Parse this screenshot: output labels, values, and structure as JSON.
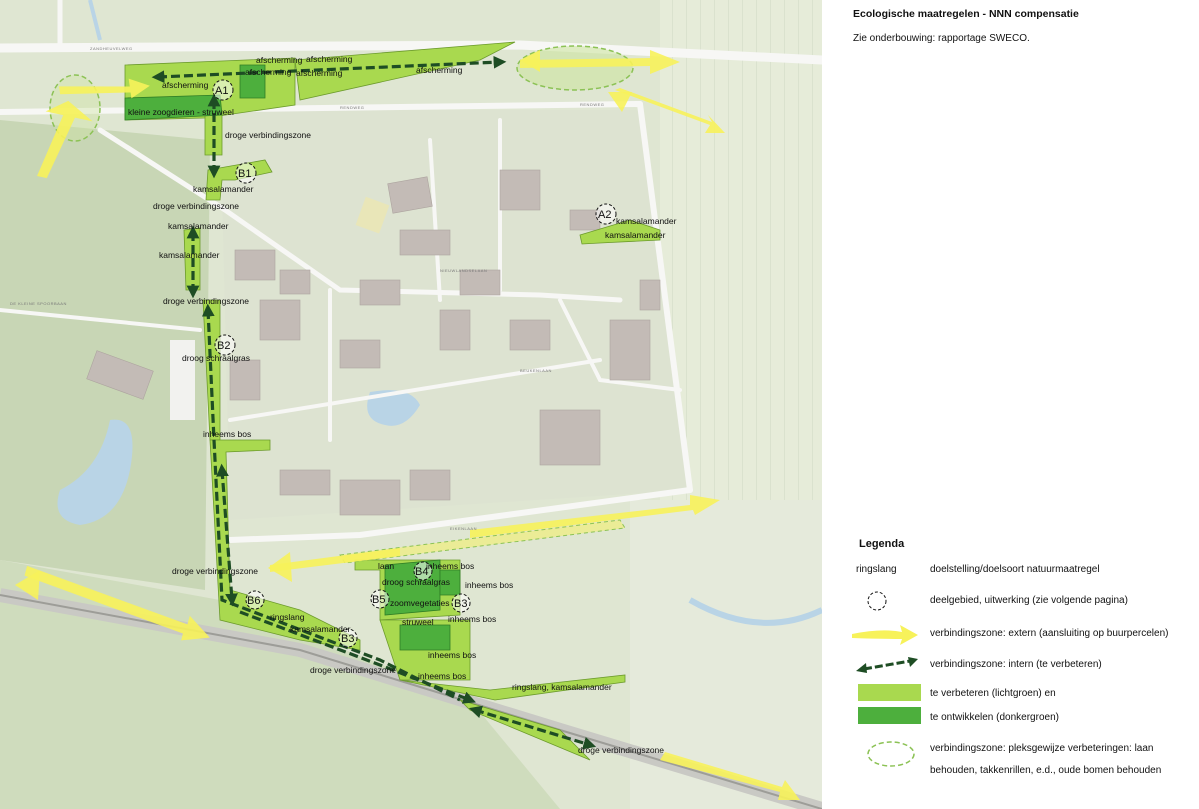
{
  "panel": {
    "title": "Ecologische maatregelen - NNN compensatie",
    "subtitle": "Zie onderbouwing: rapportage SWECO."
  },
  "legend": {
    "title": "Legenda",
    "example_label": "ringslang",
    "items": [
      {
        "symbol": "label-text",
        "text": "doelstelling/doelsoort natuurmaatregel"
      },
      {
        "symbol": "dashed-circle-icon",
        "text": "deelgebied, uitwerking (zie volgende pagina)"
      },
      {
        "symbol": "yellow-arrow-icon",
        "text": "verbindingszone: extern (aansluiting op buurpercelen)"
      },
      {
        "symbol": "dark-green-dashed-arrow-icon",
        "text": "verbindingszone: intern (te verbeteren)"
      },
      {
        "symbol": "light-green-swatch",
        "text": "te verbeteren (lichtgroen) en"
      },
      {
        "symbol": "dark-green-swatch",
        "text": "te ontwikkelen (donkergroen)"
      },
      {
        "symbol": "dashed-ellipse-icon",
        "text": " verbindingszone: pleksgewijze verbeteringen: laan"
      },
      {
        "symbol": "",
        "text": "behouden, takkenrillen, e.d., oude bomen behouden"
      }
    ],
    "colors": {
      "light_green": "#a9d94f",
      "dark_green": "#4daf3d",
      "yellow_arrow": "#f7f25a",
      "dark_arrow": "#1e4d24"
    }
  },
  "map": {
    "zones": [
      "A1",
      "A2",
      "B1",
      "B2",
      "B3",
      "B3",
      "B4",
      "B5",
      "B6"
    ],
    "labels": {
      "afscherming_1": "afscherming",
      "afscherming_2": "afscherming",
      "afscherming_3": "afscherming",
      "afscherming_4": "afscherming",
      "afscherming_5": "afscherming",
      "afscherming_6": "afscherming",
      "kleine_zoogdieren": "kleine zoogdieren - struweel",
      "droge_vz_1": "droge verbindingszone",
      "kamsalamander_1": "kamsalamander",
      "droge_vz_2": "droge verbindingszone",
      "kamsalamander_2": "kamsalamander",
      "kamsalamander_3": "kamsalamander",
      "droge_vz_3": "droge verbindingszone",
      "droog_schraalgras_1": "droog schraalgras",
      "inheems_bos_1": "inheems bos",
      "kamsalamander_a2_1": "kamsalamander",
      "kamsalamander_a2_2": "kamsalamander",
      "droge_vz_4": "droge verbindingszone",
      "laan": "laan",
      "inheems_bos_2": "inheems bos",
      "droog_schraalgras_2": "droog schraalgras",
      "zoomvegetaties": "zoomvegetaties",
      "inheems_bos_3": "inheems bos",
      "struweel": "struweel",
      "inheems_bos_4": "inheems bos",
      "ringslang_1": "ringslang",
      "kamsalamander_4": "kamsalamander",
      "inheems_bos_5": "inheems bos",
      "droge_vz_5": "droge verbindingszone",
      "inheems_bos_6": "inheems bos",
      "ringslang_kamsalamander": "ringslang, kamsalamander",
      "droge_vz_6": "droge verbindingszone"
    },
    "road_labels": {
      "r1": "ZANDHEUVELWEG",
      "r2": "RENDWEG",
      "r3": "RENDWEG",
      "r4": "NIEUWLANDSELAAN",
      "r5": "DE KLEINE SPOORBAAN",
      "r6": "EIKENLAAN",
      "r7": "BEUKENLAAN"
    }
  }
}
